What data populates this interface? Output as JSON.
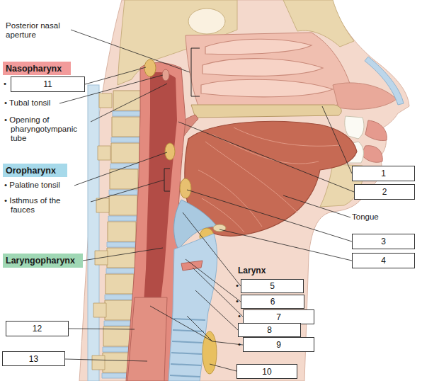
{
  "diagram": {
    "nodes": [
      {
        "text": [
          "Nasopharynx"
        ]
      },
      {
        "text": [
          "11"
        ]
      },
      {
        "text": [
          "Oropharynx"
        ]
      },
      {
        "text": [
          "1"
        ]
      },
      {
        "text": [
          "2"
        ]
      },
      {
        "text": [
          "3"
        ]
      },
      {
        "text": [
          "Laryngopharynx"
        ]
      },
      {
        "text": [
          "4"
        ]
      },
      {
        "text": [
          "5"
        ]
      },
      {
        "text": [
          "6"
        ]
      },
      {
        "text": [
          "7"
        ]
      },
      {
        "text": [
          "12"
        ]
      },
      {
        "text": [
          "8"
        ]
      },
      {
        "text": [
          "9"
        ]
      },
      {
        "text": [
          "13"
        ]
      },
      {
        "text": [
          "10"
        ]
      }
    ],
    "labels": [
      "Posterior nasal aperture",
      "•",
      "• Tubal tonsil",
      "• Opening of pharyngotympanic tube",
      "• Palatine tonsil",
      "• Isthmus of the fauces",
      "Tongue",
      "Larynx",
      "•",
      "•",
      "•",
      "•"
    ]
  }
}
